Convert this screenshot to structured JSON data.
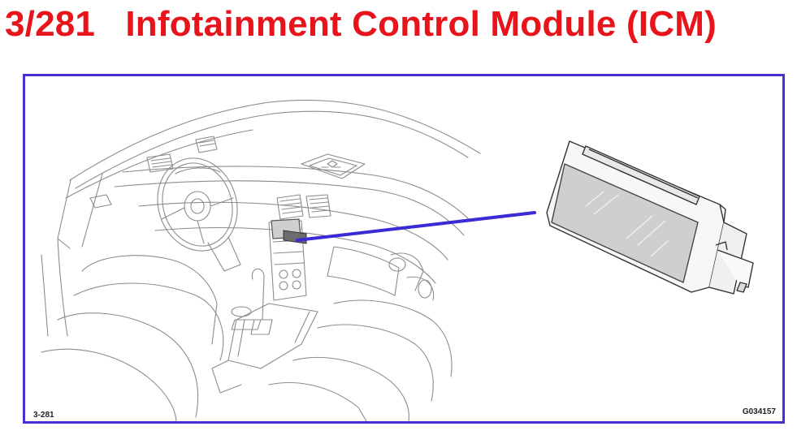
{
  "header": {
    "title": "3/281   Infotainment Control Module (ICM)"
  },
  "figure": {
    "left_code": "3-281",
    "right_code": "G034157"
  },
  "colors": {
    "title": "#e8141b",
    "frame": "#4a2fd1",
    "leader": "#3a2bd6",
    "line_art": "#8a8a8a"
  },
  "icons": [
    "dashboard-illustration",
    "icm-unit-illustration",
    "leader-line"
  ]
}
